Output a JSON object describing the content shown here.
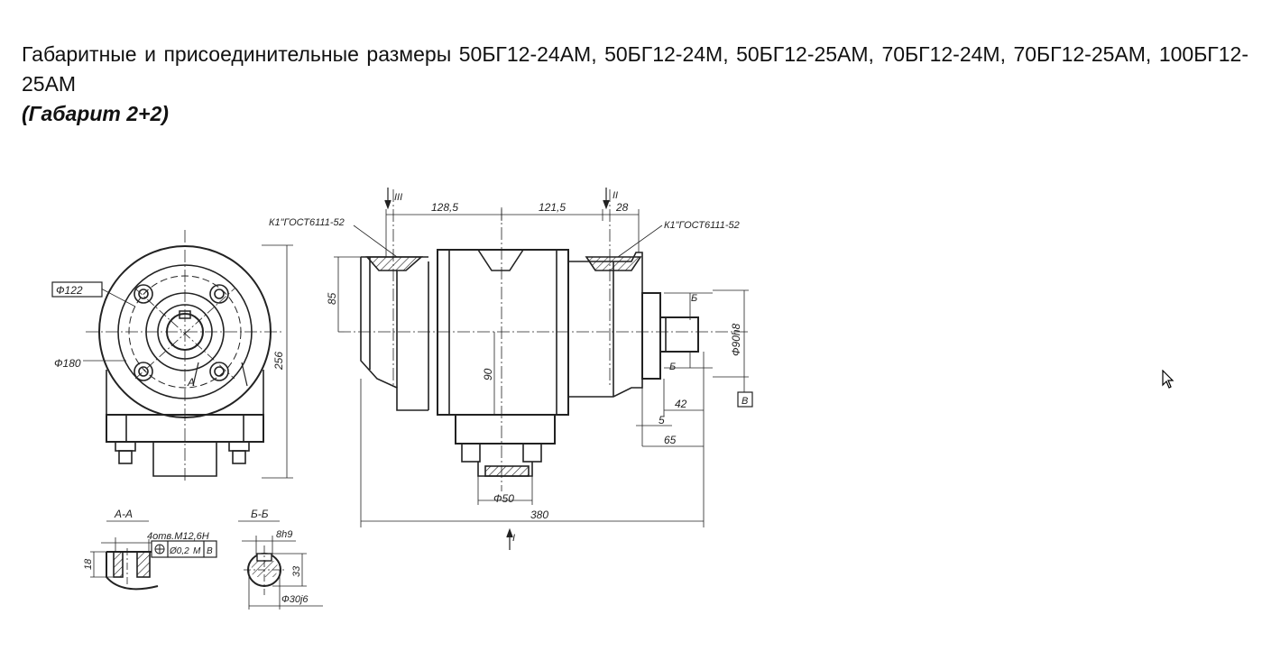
{
  "heading": {
    "line1": "Габаритные и присоединительные размеры 50БГ12-24АМ, 50БГ12-24М, 50БГ12-25АМ, 70БГ12-24М, 70БГ12-25АМ, 100БГ12-25АМ",
    "line2": "(Габарит 2+2)"
  },
  "drawing": {
    "front_view": {
      "dia_122": "Ф122",
      "dia_180": "Ф180",
      "height_256": "256",
      "section_mark": "А"
    },
    "side_view": {
      "section_III": "III",
      "section_II": "II",
      "section_I": "I",
      "dim_1285": "128,5",
      "dim_1215": "121,5",
      "dim_28": "28",
      "thread_left": "К1\"ГОСТ6111-52",
      "thread_right": "К1\"ГОСТ6111-52",
      "dim_85": "85",
      "dim_90": "90",
      "dim_b_top": "Б",
      "dim_b_bottom": "Б",
      "dia_90h8": "Ф90h8",
      "datum_v": "В",
      "dim_42": "42",
      "dim_5": "5",
      "dim_65": "65",
      "dia_50": "Ф50",
      "dim_380": "380"
    },
    "section_aa": {
      "title": "А-А",
      "holes": "4отв.М12,6Н",
      "tolerance": "Ø0,2",
      "datum_m": "М",
      "datum_v": "В",
      "dim_18": "18"
    },
    "section_bb": {
      "title": "Б-Б",
      "key": "8h9",
      "dim_33": "33",
      "dia_30": "Ф30j6"
    }
  }
}
